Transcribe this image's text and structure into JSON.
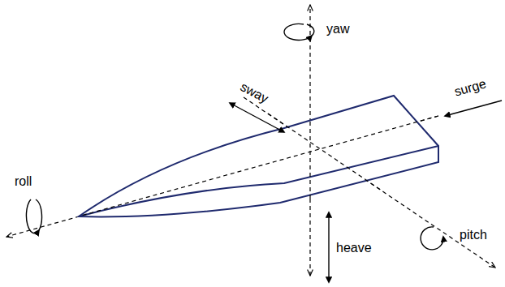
{
  "diagram": {
    "labels": [
      "yaw",
      "sway",
      "surge",
      "roll",
      "pitch",
      "heave"
    ]
  }
}
